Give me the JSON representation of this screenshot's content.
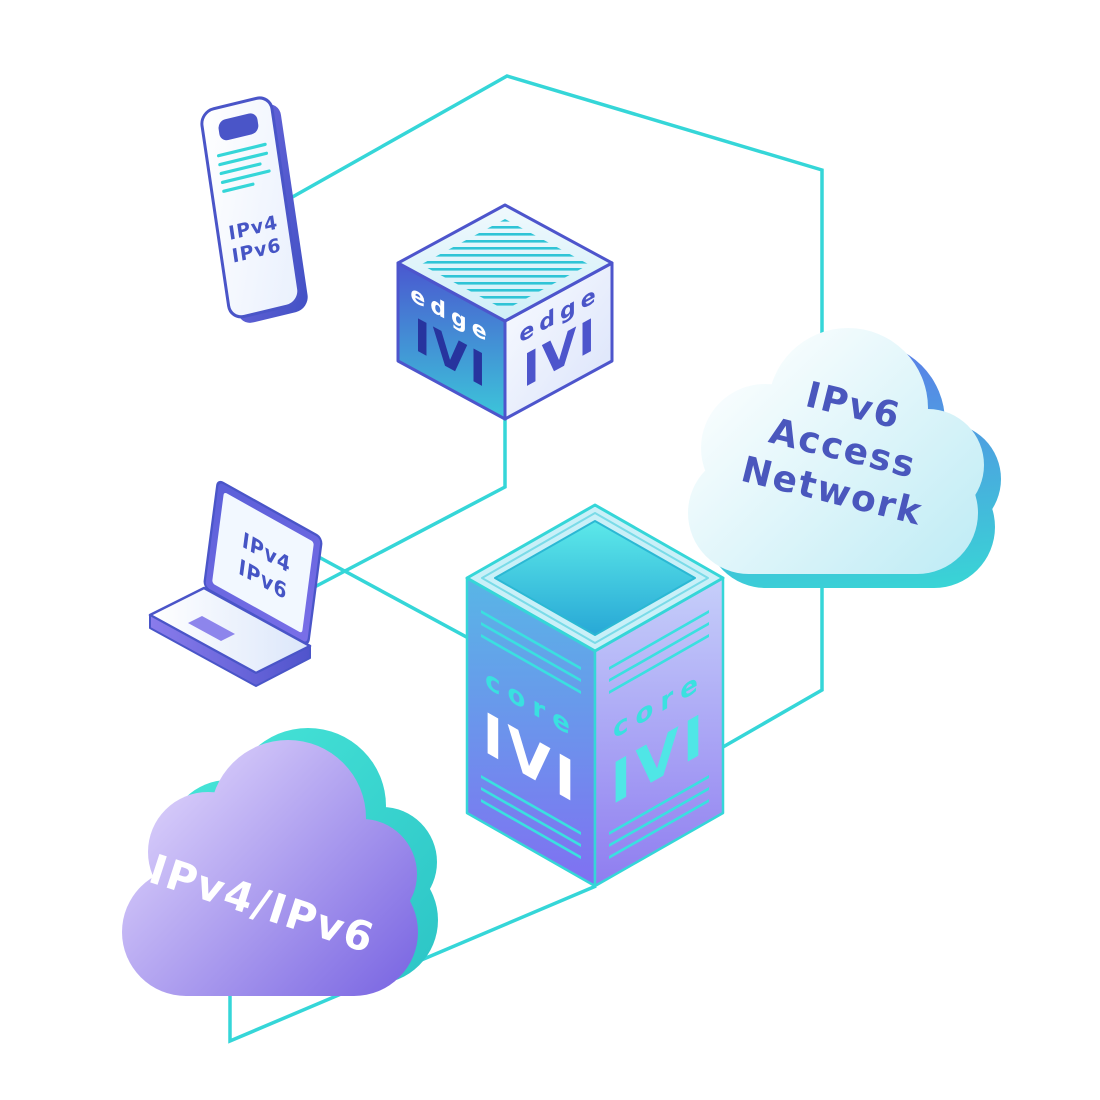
{
  "background": "#ffffff",
  "colors": {
    "connection_line": "#35d6d8",
    "teal_accent": "#35d6d8",
    "indigo": "#4a55c8",
    "navy_logo": "#27349e",
    "cloud_purple": "#7a66e2",
    "cloud_text_indigo": "#4a57bd",
    "white": "#ffffff"
  },
  "nodes": {
    "smartphone": {
      "type": "smartphone-icon",
      "line1": "IPv4",
      "line2": "IPv6"
    },
    "edge_router": {
      "type": "isometric-cube-icon",
      "left_face": {
        "title": "edge",
        "logo": "IVI"
      },
      "right_face": {
        "title": "edge",
        "logo": "IVI"
      }
    },
    "ipv6_access_cloud": {
      "type": "cloud-icon",
      "line1": "IPv6",
      "line2": "Access",
      "line3": "Network"
    },
    "laptop": {
      "type": "laptop-icon",
      "line1": "IPv4",
      "line2": "IPv6"
    },
    "core_router": {
      "type": "isometric-tower-icon",
      "left_face": {
        "title": "core",
        "logo": "IVI"
      },
      "right_face": {
        "title": "core",
        "logo": "IVI"
      }
    },
    "ipv4_ipv6_cloud": {
      "type": "cloud-icon",
      "label": "IPv4/IPv6"
    }
  }
}
